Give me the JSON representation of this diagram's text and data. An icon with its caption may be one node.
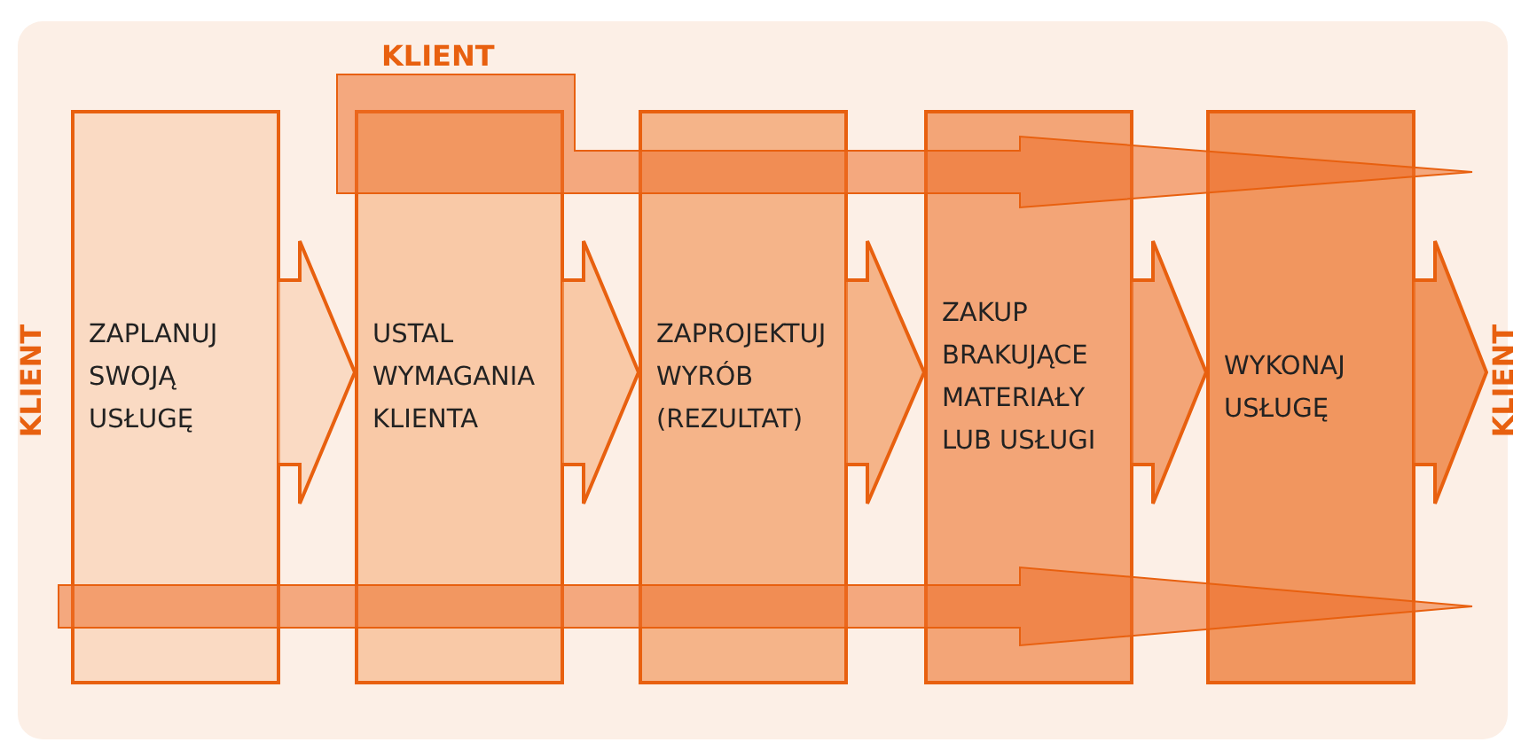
{
  "diagram": {
    "nodes": [
      {
        "text": [
          "KLIENT"
        ]
      },
      {
        "text": [
          "ZAPLANUJ SWOJĄ USŁUGĘ"
        ]
      },
      {
        "text": [
          "USTAL WYMAGANIA KLIENTA"
        ]
      },
      {
        "text": [
          "ZAPROJEKTUJ WYRÓB (REZULTAT)"
        ]
      },
      {
        "text": [
          "ZAKUP BRAKUJĄCE MATERIAŁY LUB USŁUGI"
        ]
      },
      {
        "text": [
          "WYKONAJ USŁUGĘ"
        ]
      },
      {
        "text": [
          "KLIENT"
        ]
      },
      {
        "text": [
          "KLIENT"
        ]
      }
    ],
    "edges": [
      {
        "from": 1,
        "to": 2,
        "arrow": "to"
      },
      {
        "from": 2,
        "to": 3,
        "arrow": "to"
      },
      {
        "from": 3,
        "to": 4,
        "arrow": "to"
      },
      {
        "from": 4,
        "to": 5,
        "arrow": "to"
      },
      {
        "from": 5,
        "to": 6,
        "arrow": "to"
      },
      {
        "from": 7,
        "to": null,
        "arrow": "to"
      }
    ]
  }
}
